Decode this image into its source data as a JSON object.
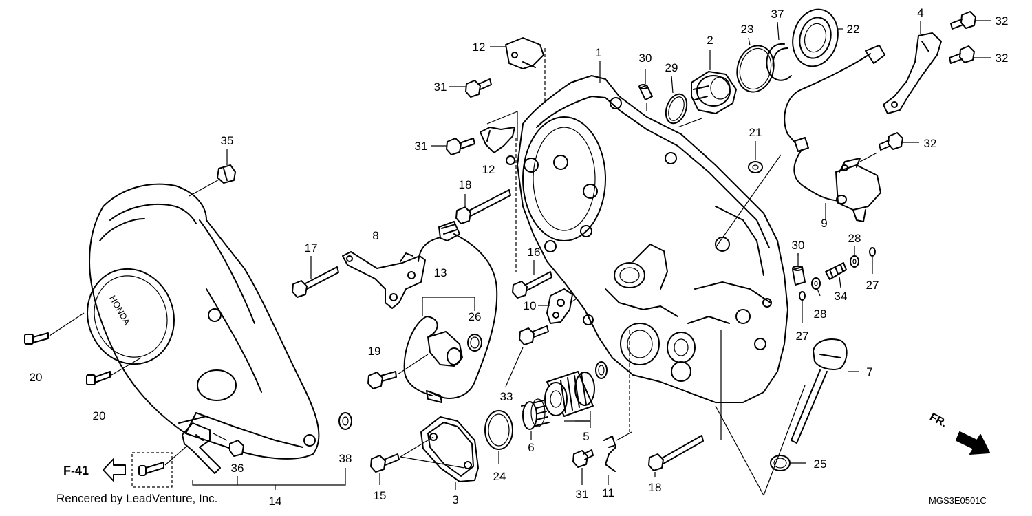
{
  "diagram": {
    "credit": "Rencered by LeadVenture, Inc.",
    "code": "MGS3E0501C",
    "ref_page": "F-41",
    "direction": "FR.",
    "callouts": [
      {
        "id": "c1",
        "label": "1"
      },
      {
        "id": "c2",
        "label": "2"
      },
      {
        "id": "c3",
        "label": "3"
      },
      {
        "id": "c4",
        "label": "4"
      },
      {
        "id": "c5",
        "label": "5"
      },
      {
        "id": "c6",
        "label": "6"
      },
      {
        "id": "c7",
        "label": "7"
      },
      {
        "id": "c8",
        "label": "8"
      },
      {
        "id": "c9",
        "label": "9"
      },
      {
        "id": "c10",
        "label": "10"
      },
      {
        "id": "c11",
        "label": "11"
      },
      {
        "id": "c12a",
        "label": "12"
      },
      {
        "id": "c12b",
        "label": "12"
      },
      {
        "id": "c13",
        "label": "13"
      },
      {
        "id": "c14",
        "label": "14"
      },
      {
        "id": "c15",
        "label": "15"
      },
      {
        "id": "c16",
        "label": "16"
      },
      {
        "id": "c17",
        "label": "17"
      },
      {
        "id": "c18a",
        "label": "18"
      },
      {
        "id": "c18b",
        "label": "18"
      },
      {
        "id": "c19",
        "label": "19"
      },
      {
        "id": "c20a",
        "label": "20"
      },
      {
        "id": "c20b",
        "label": "20"
      },
      {
        "id": "c21",
        "label": "21"
      },
      {
        "id": "c22",
        "label": "22"
      },
      {
        "id": "c23",
        "label": "23"
      },
      {
        "id": "c24",
        "label": "24"
      },
      {
        "id": "c25",
        "label": "25"
      },
      {
        "id": "c26",
        "label": "26"
      },
      {
        "id": "c27a",
        "label": "27"
      },
      {
        "id": "c27b",
        "label": "27"
      },
      {
        "id": "c28a",
        "label": "28"
      },
      {
        "id": "c28b",
        "label": "28"
      },
      {
        "id": "c29",
        "label": "29"
      },
      {
        "id": "c30a",
        "label": "30"
      },
      {
        "id": "c30b",
        "label": "30"
      },
      {
        "id": "c31a",
        "label": "31"
      },
      {
        "id": "c31b",
        "label": "31"
      },
      {
        "id": "c31c",
        "label": "31"
      },
      {
        "id": "c32a",
        "label": "32"
      },
      {
        "id": "c32b",
        "label": "32"
      },
      {
        "id": "c32c",
        "label": "32"
      },
      {
        "id": "c33",
        "label": "33"
      },
      {
        "id": "c34",
        "label": "34"
      },
      {
        "id": "c35",
        "label": "35"
      },
      {
        "id": "c36",
        "label": "36"
      },
      {
        "id": "c37",
        "label": "37"
      },
      {
        "id": "c38",
        "label": "38"
      }
    ]
  }
}
